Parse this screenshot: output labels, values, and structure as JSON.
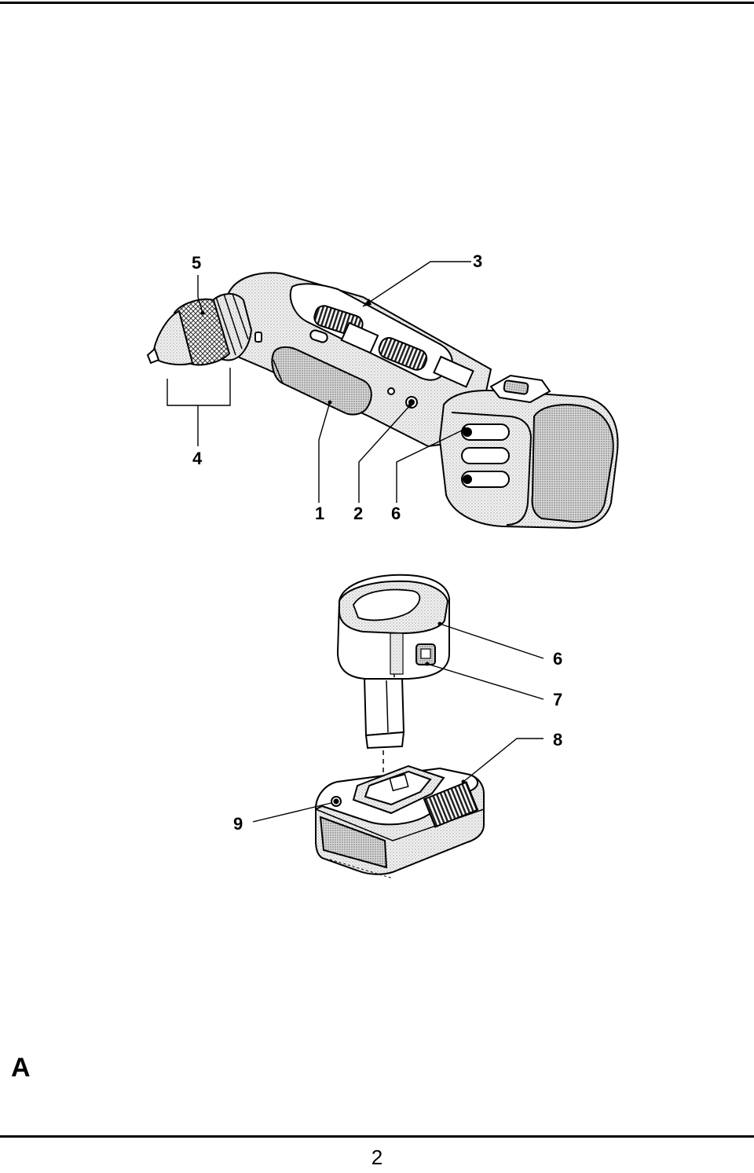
{
  "figure": {
    "letter": "A",
    "callouts": {
      "c1": "1",
      "c2": "2",
      "c3": "3",
      "c4": "4",
      "c5": "5",
      "c6_drill": "6",
      "c6_battery": "6",
      "c7": "7",
      "c8": "8",
      "c9": "9"
    },
    "parts": [
      "angle-drill",
      "chuck",
      "battery-pack",
      "charger"
    ]
  },
  "page": {
    "number": "2"
  }
}
